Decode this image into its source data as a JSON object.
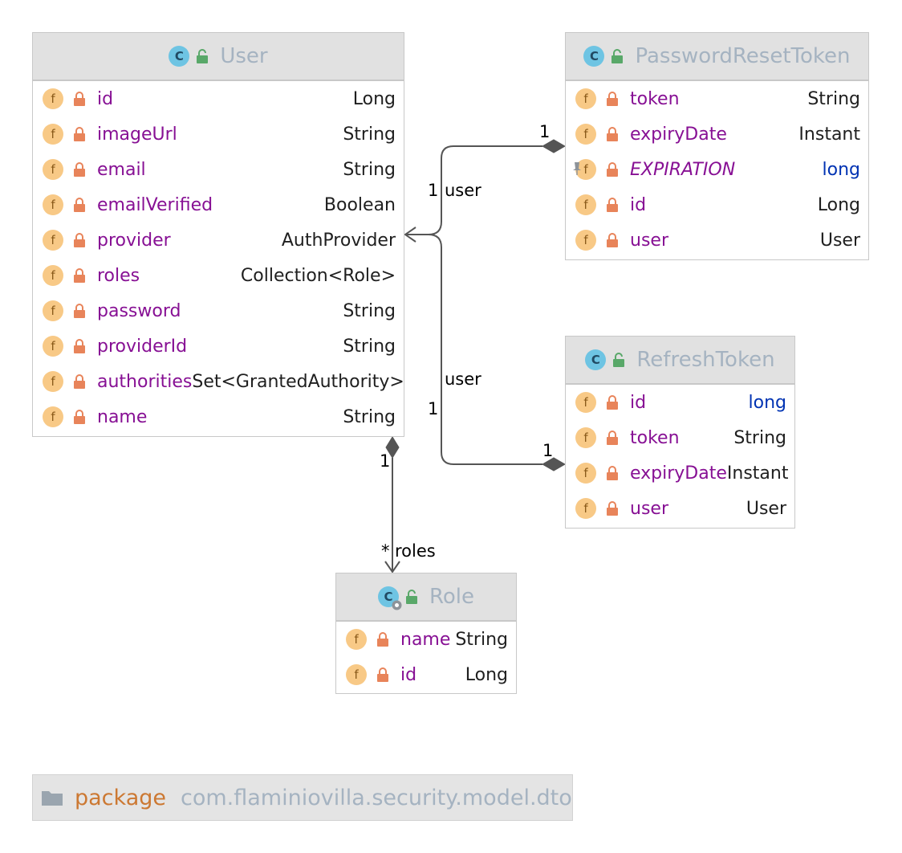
{
  "classes": {
    "user": {
      "name": "User",
      "fields": [
        {
          "name": "id",
          "type": "Long"
        },
        {
          "name": "imageUrl",
          "type": "String"
        },
        {
          "name": "email",
          "type": "String"
        },
        {
          "name": "emailVerified",
          "type": "Boolean"
        },
        {
          "name": "provider",
          "type": "AuthProvider"
        },
        {
          "name": "roles",
          "type": "Collection<Role>"
        },
        {
          "name": "password",
          "type": "String"
        },
        {
          "name": "providerId",
          "type": "String"
        },
        {
          "name": "authorities",
          "type": "Set<GrantedAuthority>"
        },
        {
          "name": "name",
          "type": "String"
        }
      ]
    },
    "password_reset_token": {
      "name": "PasswordResetToken",
      "fields": [
        {
          "name": "token",
          "type": "String"
        },
        {
          "name": "expiryDate",
          "type": "Instant"
        },
        {
          "name": "EXPIRATION",
          "type": "long",
          "static": true,
          "primitive": true
        },
        {
          "name": "id",
          "type": "Long"
        },
        {
          "name": "user",
          "type": "User"
        }
      ]
    },
    "refresh_token": {
      "name": "RefreshToken",
      "fields": [
        {
          "name": "id",
          "type": "long",
          "primitive": true
        },
        {
          "name": "token",
          "type": "String"
        },
        {
          "name": "expiryDate",
          "type": "Instant"
        },
        {
          "name": "user",
          "type": "User"
        }
      ]
    },
    "role": {
      "name": "Role",
      "enum": true,
      "fields": [
        {
          "name": "name",
          "type": "String"
        },
        {
          "name": "id",
          "type": "Long"
        }
      ]
    }
  },
  "icons": {
    "class_letter": "C",
    "field_letter": "f"
  },
  "associations": {
    "prt_user": {
      "owner_mult": "1",
      "target_mult": "1",
      "target_role": "user"
    },
    "rt_user": {
      "owner_mult": "1",
      "target_mult": "1",
      "target_role": "user"
    },
    "user_roles": {
      "owner_mult": "1",
      "target_mult": "*",
      "target_role": "roles"
    }
  },
  "package": {
    "keyword": "package",
    "name": "com.flaminiovilla.security.model.dto"
  },
  "colors": {
    "field_name": "#871094",
    "primitive_type": "#0033b3",
    "header_title": "#a5b3c1",
    "header_bg": "#e1e1e1",
    "edge": "#555555",
    "package_keyword": "#cc7832"
  }
}
